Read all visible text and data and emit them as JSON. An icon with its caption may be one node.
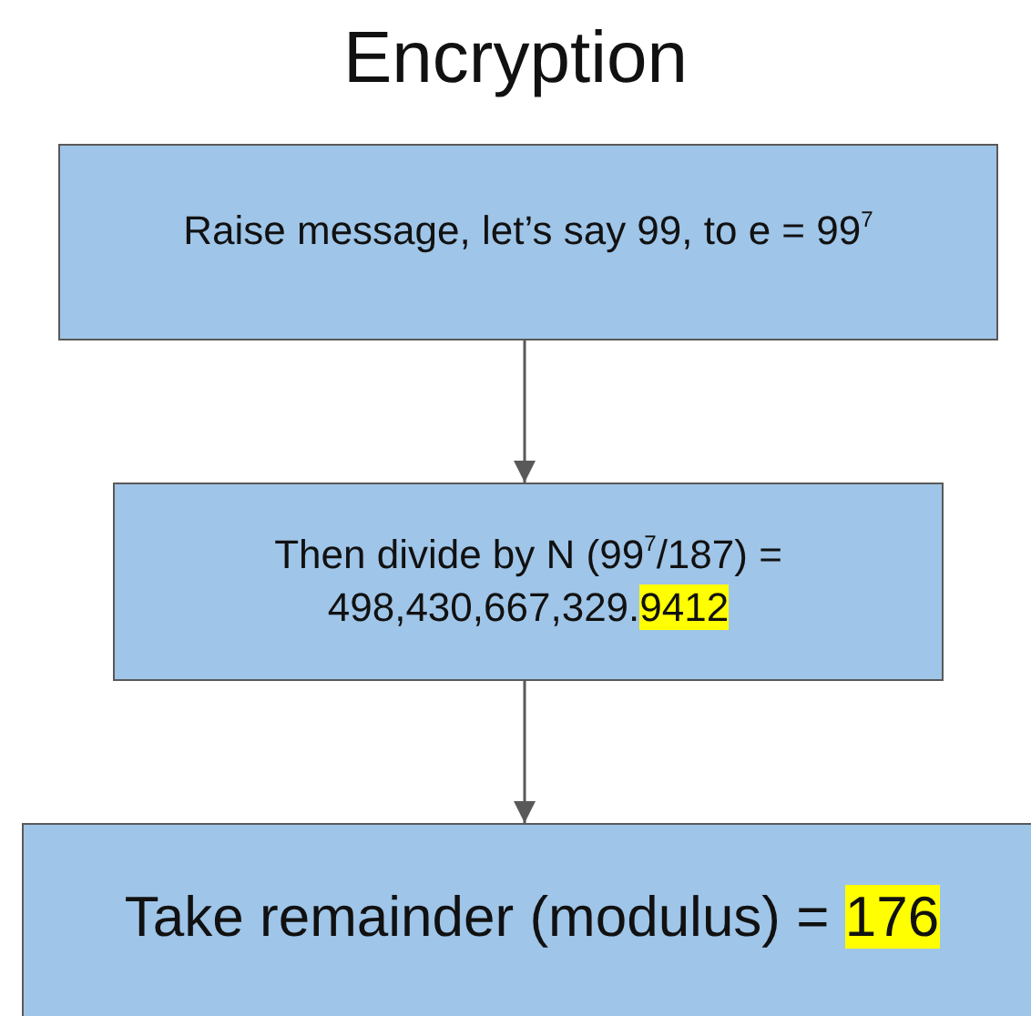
{
  "diagram": {
    "title": "Encryption",
    "nodes": [
      {
        "text": [
          "Raise message, let’s say 99, to e = 99$^{7}$"
        ]
      },
      {
        "text": [
          "Then divide by N (99$^{7}$/187) = 498,430,667,329.9412"
        ]
      },
      {
        "text": [
          "Take remainder (modulus) = 176"
        ]
      }
    ],
    "edges": [
      {
        "from": 0,
        "to": 1,
        "arrow": "to"
      },
      {
        "from": 1,
        "to": 2,
        "arrow": "to"
      }
    ]
  }
}
